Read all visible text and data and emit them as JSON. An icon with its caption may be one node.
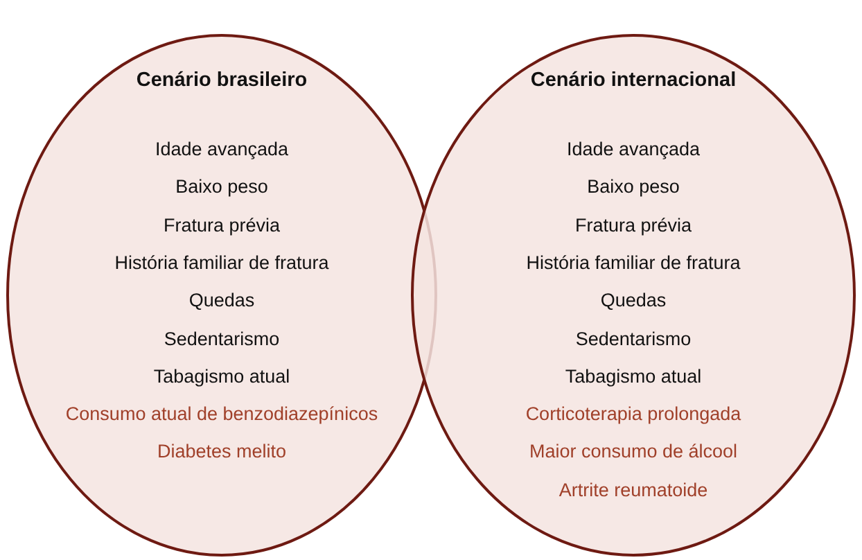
{
  "diagram": {
    "nodes": [
      {
        "text": [
          "Cenário brasileiro",
          "Idade avançada",
          "Baixo peso",
          "Fratura prévia",
          "História familiar de fratura",
          "Quedas",
          "Sedentarismo",
          "Tabagismo atual",
          "Consumo atual de benzodiazepínicos",
          "Diabetes melito"
        ]
      },
      {
        "text": [
          "Cenário internacional",
          "Idade avançada",
          "Baixo peso",
          "Fratura prévia",
          "História familiar de fratura",
          "Quedas",
          "Sedentarismo",
          "Tabagismo atual",
          "Corticoterapia prolongada",
          "Maior consumo de álcool",
          "Artrite reumatoide"
        ]
      }
    ]
  }
}
